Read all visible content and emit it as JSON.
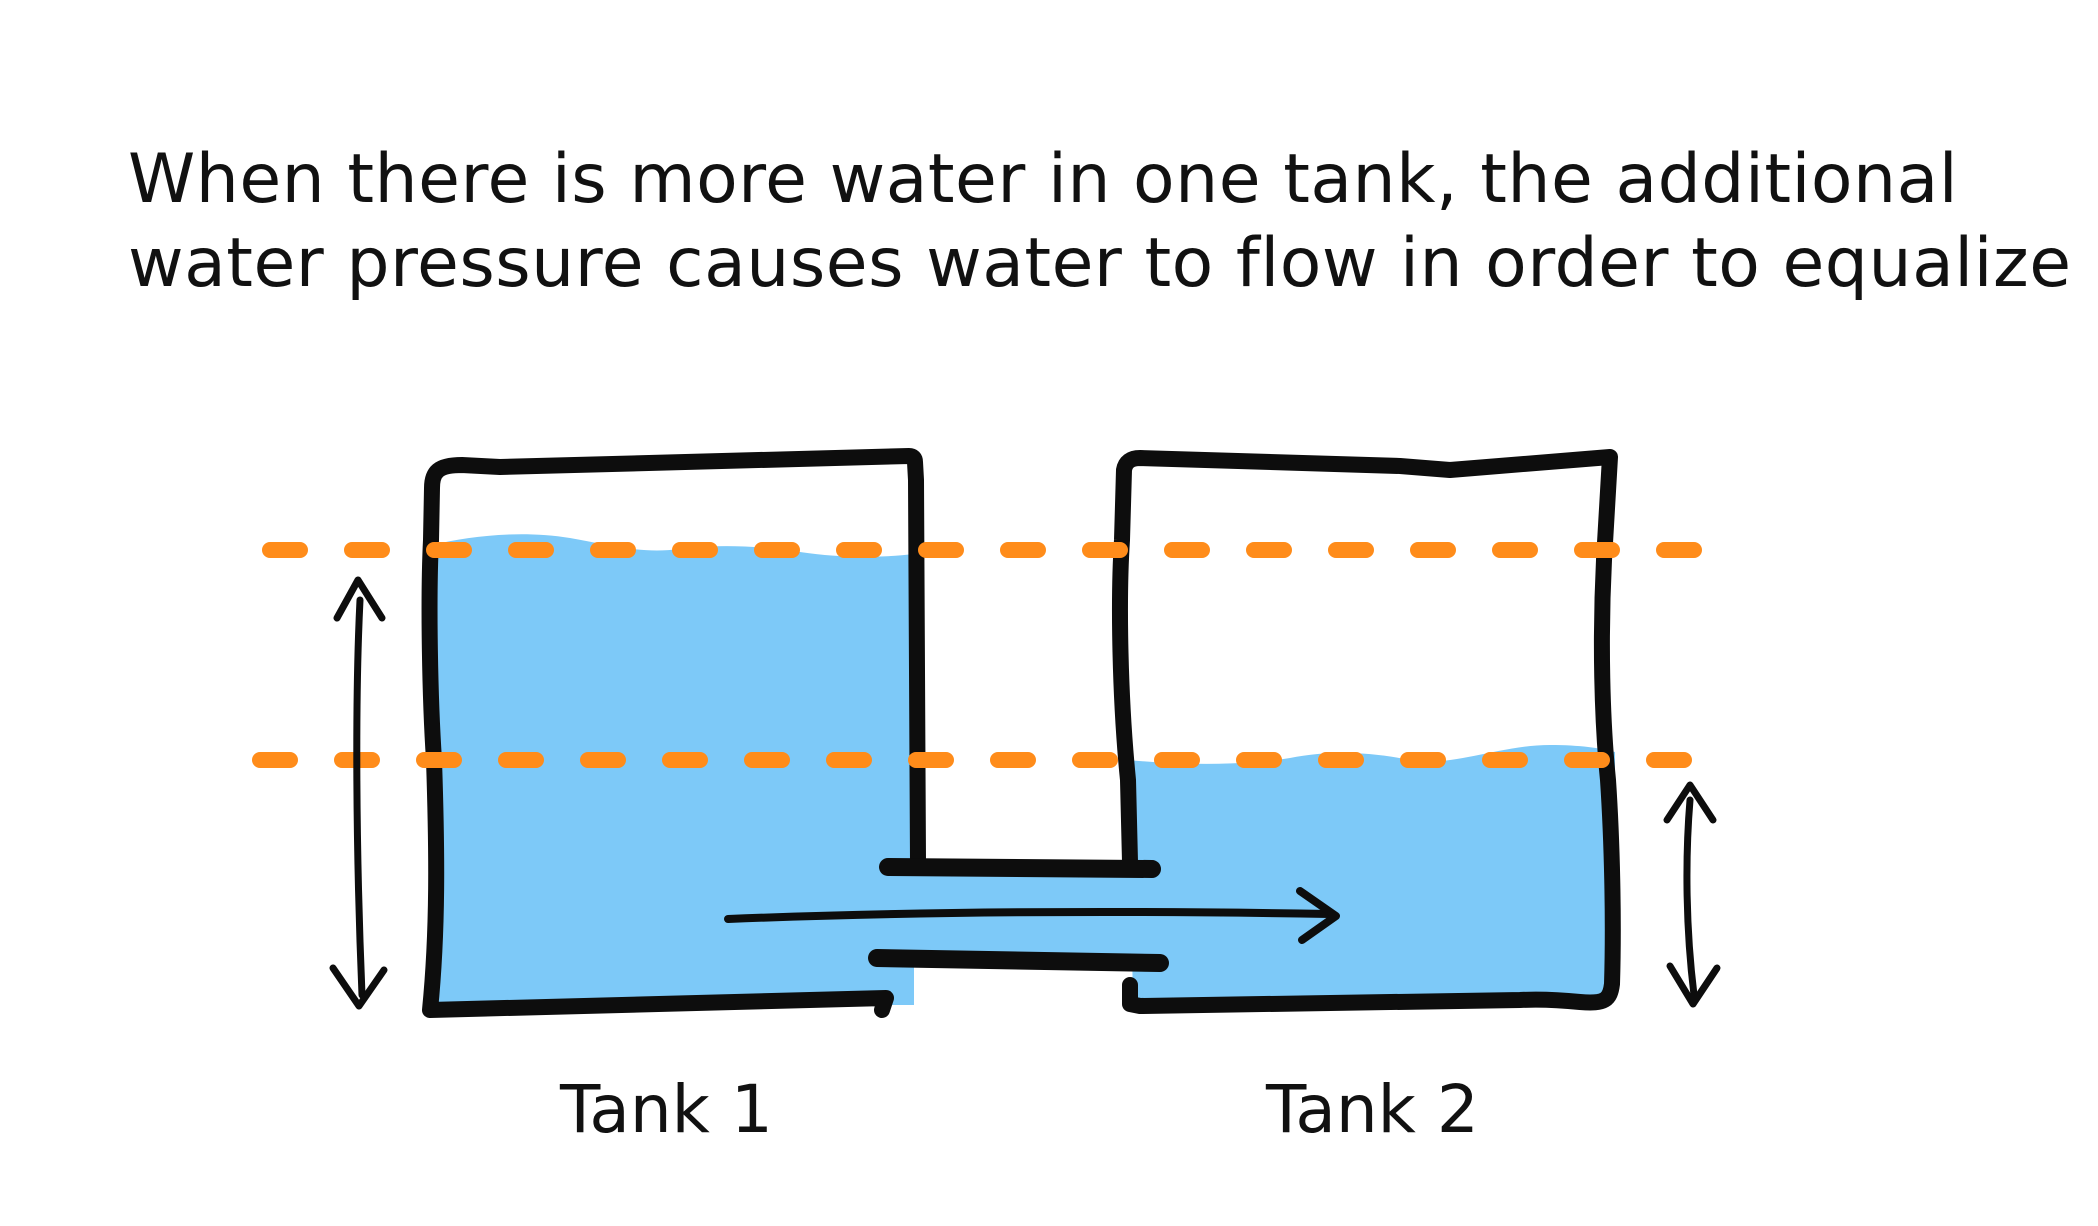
{
  "caption": {
    "line1": "When there is more water in one tank, the additional",
    "line2": "water pressure causes water to flow in order to equalize"
  },
  "tanks": {
    "tank1_label": "Tank 1",
    "tank2_label": "Tank 2"
  },
  "colors": {
    "water": "#7dc9f8",
    "outline": "#0d0d0d",
    "level_line": "#ff8c1a",
    "background": "#ffffff"
  }
}
